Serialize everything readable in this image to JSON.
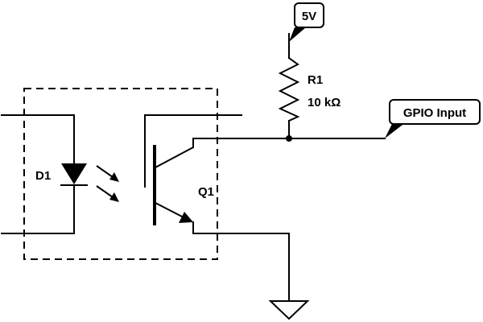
{
  "labels": {
    "supply": "5V",
    "resistor_ref": "R1",
    "resistor_value": "10 kΩ",
    "gpio": "GPIO Input",
    "diode_ref": "D1",
    "transistor_ref": "Q1"
  },
  "colors": {
    "line": "#000000",
    "background": "#ffffff"
  }
}
